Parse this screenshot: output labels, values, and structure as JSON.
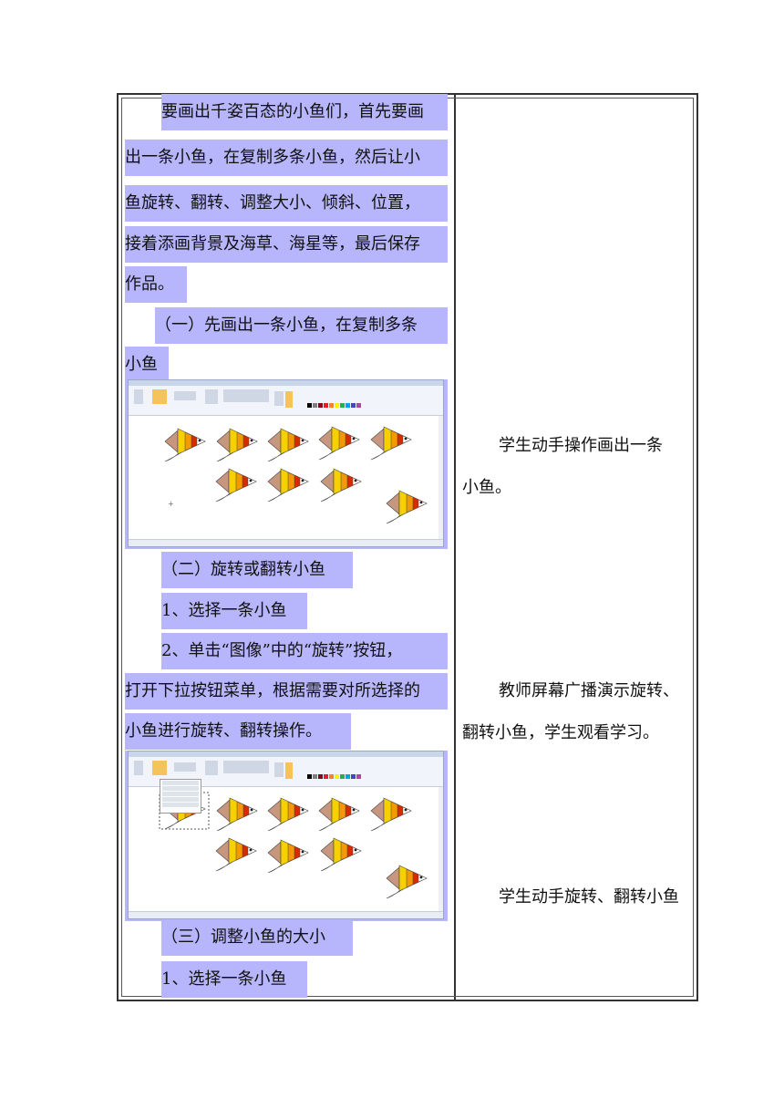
{
  "left_column": {
    "paragraph1_lines": [
      "要画出千姿百态的小鱼们，首先要画",
      "出一条小鱼，在复制多条小鱼，然后让小",
      "鱼旋转、翻转、调整大小、倾斜、位置，",
      "接着添画背景及海草、海星等，最后保存",
      "作品。"
    ],
    "section1_lines": [
      "（一）先画出一条小鱼，在复制多条",
      "小鱼"
    ],
    "section2_title": "（二）旋转或翻转小鱼",
    "section2_step1": "1、选择一条小鱼",
    "section2_step2_lines": [
      "2、单击“图像”中的“旋转”按钮，",
      "打开下拉按钮菜单，根据需要对所选择的",
      "小鱼进行旋转、翻转操作。"
    ],
    "section3_title": "（三）调整小鱼的大小",
    "section3_step1": "1、选择一条小鱼"
  },
  "right_column": {
    "note1_lines": [
      "学生动手操作画出一条",
      "小鱼。"
    ],
    "note2_lines": [
      "教师屏幕广播演示旋转、",
      "翻转小鱼，学生观看学习。"
    ],
    "note3": "学生动手旋转、翻转小鱼"
  },
  "colors": {
    "highlight": "#b7b5fb",
    "fish_outer": "#f7d000",
    "fish_mid": "#f39a00",
    "fish_inner": "#d52b00",
    "fish_tail": "#c7967e"
  }
}
